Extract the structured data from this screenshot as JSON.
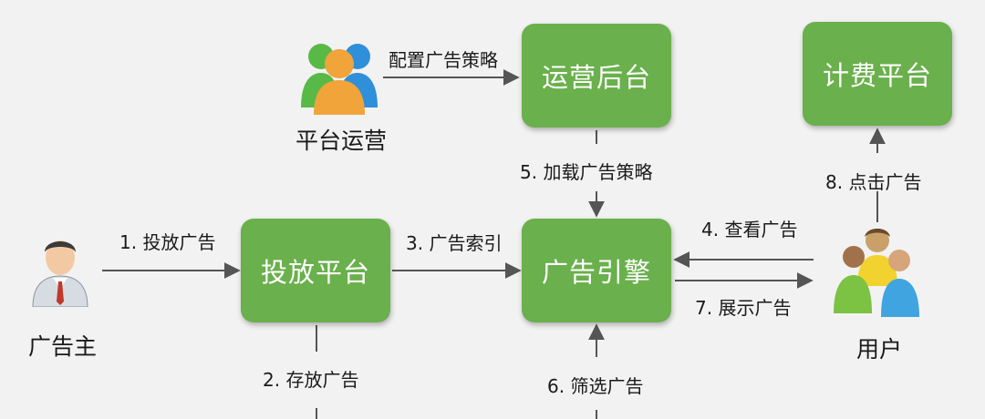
{
  "boxes": {
    "ops_backend": "运营后台",
    "billing": "计费平台",
    "delivery": "投放平台",
    "engine": "广告引擎"
  },
  "actors": {
    "platform_ops": "平台运营",
    "advertiser": "广告主",
    "user": "用户"
  },
  "edges": {
    "config_strategy": "配置广告策略",
    "e1": "1. 投放广告",
    "e2": "2. 存放广告",
    "e3": "3. 广告索引",
    "e4": "4. 查看广告",
    "e5": "5. 加载广告策略",
    "e6": "6. 筛选广告",
    "e7": "7. 展示广告",
    "e8": "8. 点击广告"
  },
  "colors": {
    "box_fill": "#6ab04c",
    "box_text": "#ffffff",
    "arrow": "#555555",
    "background": "#f2f2f2"
  },
  "icons": {
    "platform_ops": "team-icon",
    "advertiser": "businessman-icon",
    "user": "user-group-icon"
  }
}
